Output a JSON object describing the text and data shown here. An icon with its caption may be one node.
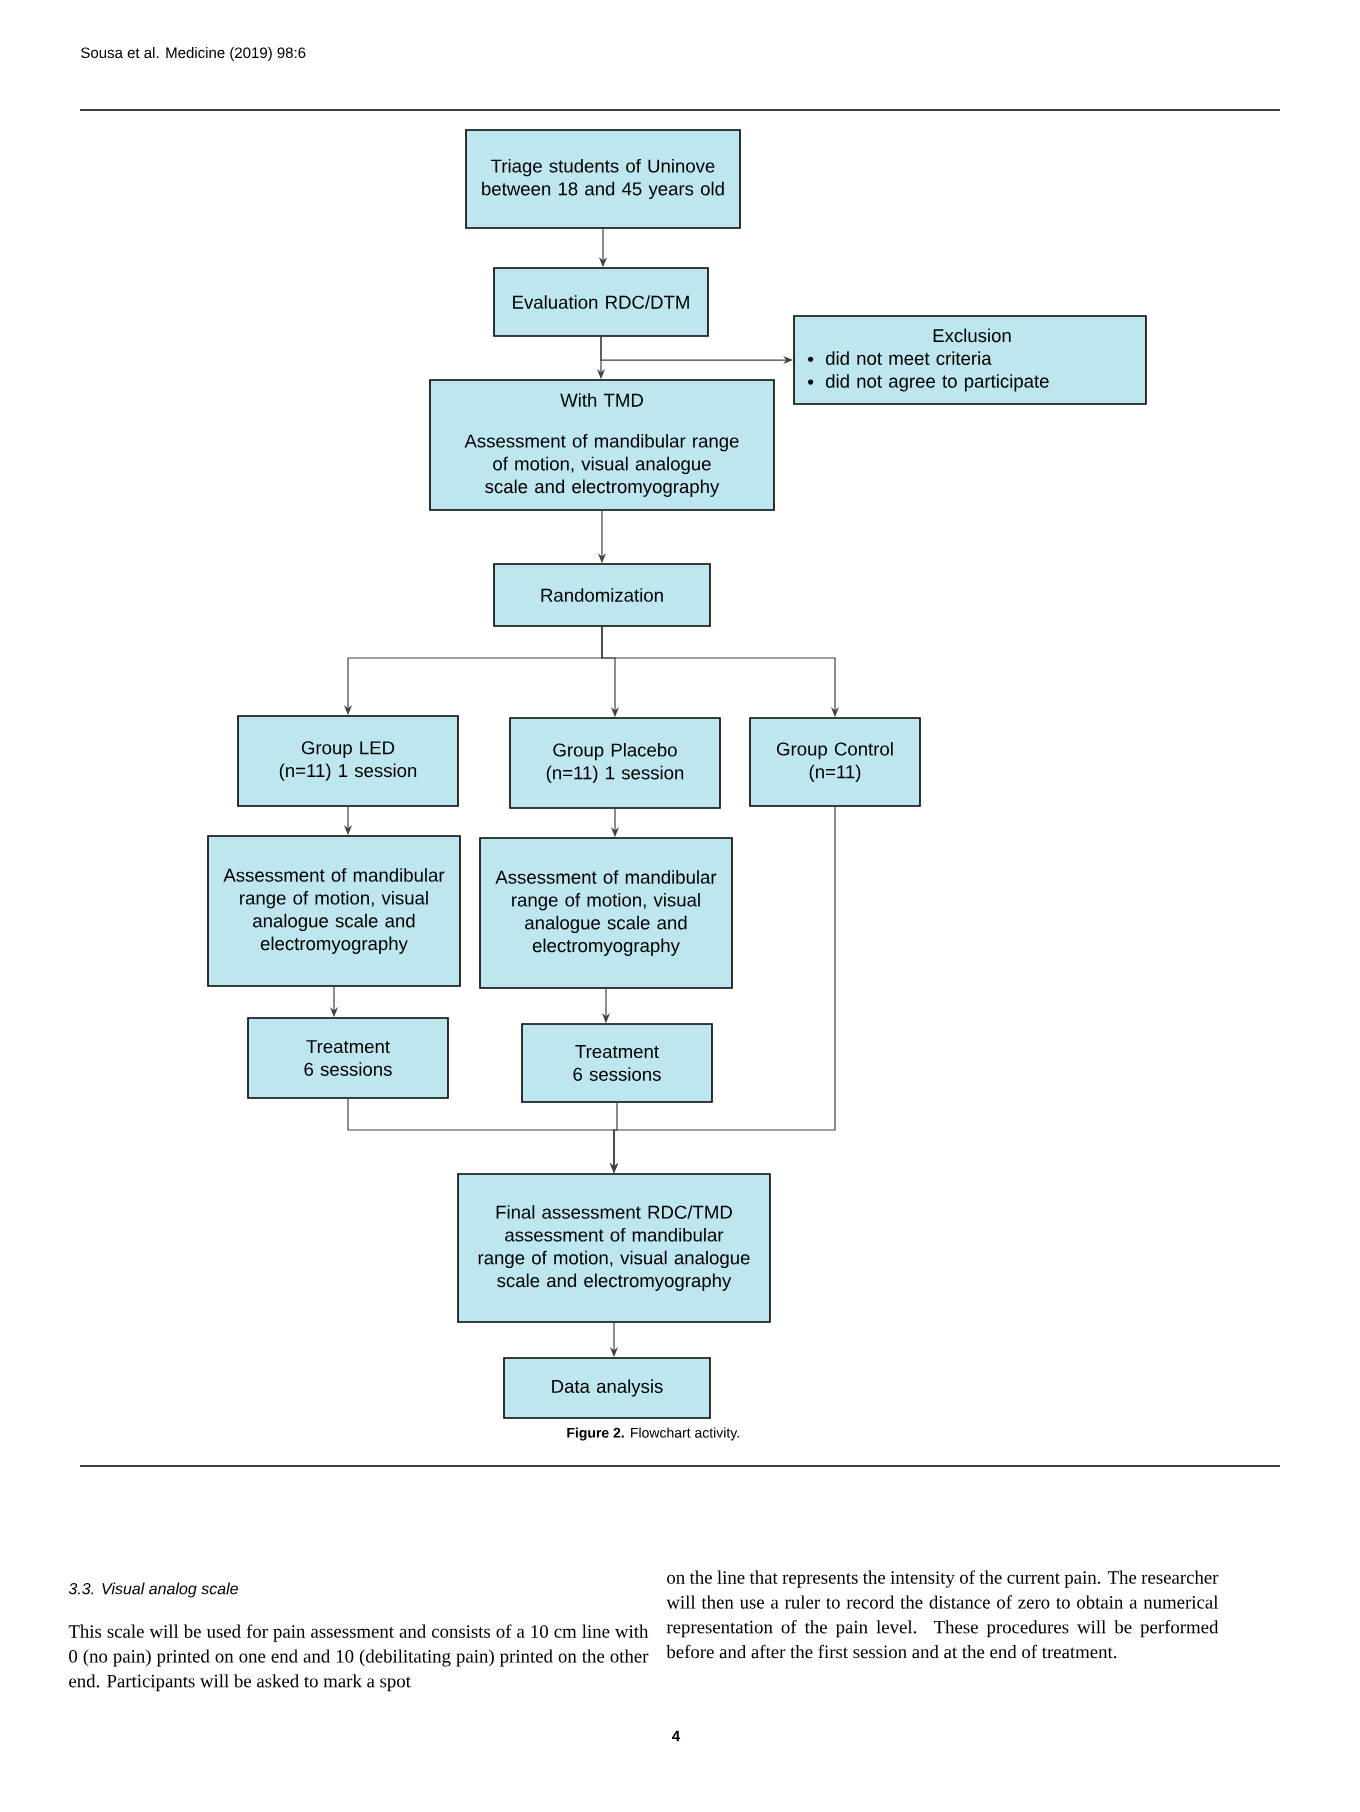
{
  "diagram": {
    "caption": "**Figure 2.** Flowchart activity.",
    "nodes": [
      {
        "text": [
          "Triage students of Uninove between 18 and 45 years old"
        ]
      },
      {
        "text": [
          "Evaluation RDC/DTM"
        ]
      },
      {
        "text": [
          "Exclusion",
          "did not meet criteria",
          "did not agree to participate"
        ]
      },
      {
        "text": [
          "With TMD",
          "Assessment of mandibular range of motion, visual analogue scale and electromyography"
        ]
      },
      {
        "text": [
          "Randomization"
        ]
      },
      {
        "text": [
          "Group LED (n=11) 1 session"
        ]
      },
      {
        "text": [
          "Group Placebo (n=11) 1 session"
        ]
      },
      {
        "text": [
          "Group Control (n=11)"
        ]
      },
      {
        "text": [
          "Assessment of mandibular range of motion, visual analogue scale and electromyography"
        ]
      },
      {
        "text": [
          "Assessment of mandibular range of motion, visual analogue scale and electromyography"
        ]
      },
      {
        "text": [
          "Treatment 6 sessions"
        ]
      },
      {
        "text": [
          "Treatment 6 sessions"
        ]
      },
      {
        "text": [
          "Final assessment RDC/TMD assessment of mandibular range of motion, visual analogue scale and electromyography"
        ]
      },
      {
        "text": [
          "Data analysis"
        ]
      }
    ],
    "edges": [
      {
        "from": 0,
        "to": 1,
        "arrow": "to"
      },
      {
        "from": 1,
        "to": 3,
        "arrow": "to"
      },
      {
        "from": 1,
        "to": 2,
        "arrow": "to"
      },
      {
        "from": 3,
        "to": 4,
        "arrow": "to"
      },
      {
        "from": 4,
        "to": 5,
        "arrow": "to"
      },
      {
        "from": 4,
        "to": 6,
        "arrow": "to"
      },
      {
        "from": 4,
        "to": 7,
        "arrow": "to"
      },
      {
        "from": 5,
        "to": 8,
        "arrow": "to"
      },
      {
        "from": 6,
        "to": 9,
        "arrow": "to"
      },
      {
        "from": 8,
        "to": 10,
        "arrow": "to"
      },
      {
        "from": 9,
        "to": 11,
        "arrow": "to"
      },
      {
        "from": 10,
        "to": 12,
        "arrow": "to"
      },
      {
        "from": 11,
        "to": 12,
        "arrow": "to"
      },
      {
        "from": 7,
        "to": 12,
        "arrow": "to"
      },
      {
        "from": 12,
        "to": 13,
        "arrow": "to"
      }
    ],
    "labels": [
      "Sousa et al. Medicine (2019) 98:6",
      "3.3. Visual analog scale",
      "This scale will be used for pain assessment and consists of a 10 cm line with 0 (no pain) printed on one end and 10 (debilitating pain) printed on the other end. Participants will be asked to mark a spot",
      "on the line that represents the intensity of the current pain. The researcher will then use a ruler to record the distance of zero to obtain a numerical representation of the pain level. These procedures will be performed before and after the first session and at the end of treatment.",
      "4"
    ]
  }
}
